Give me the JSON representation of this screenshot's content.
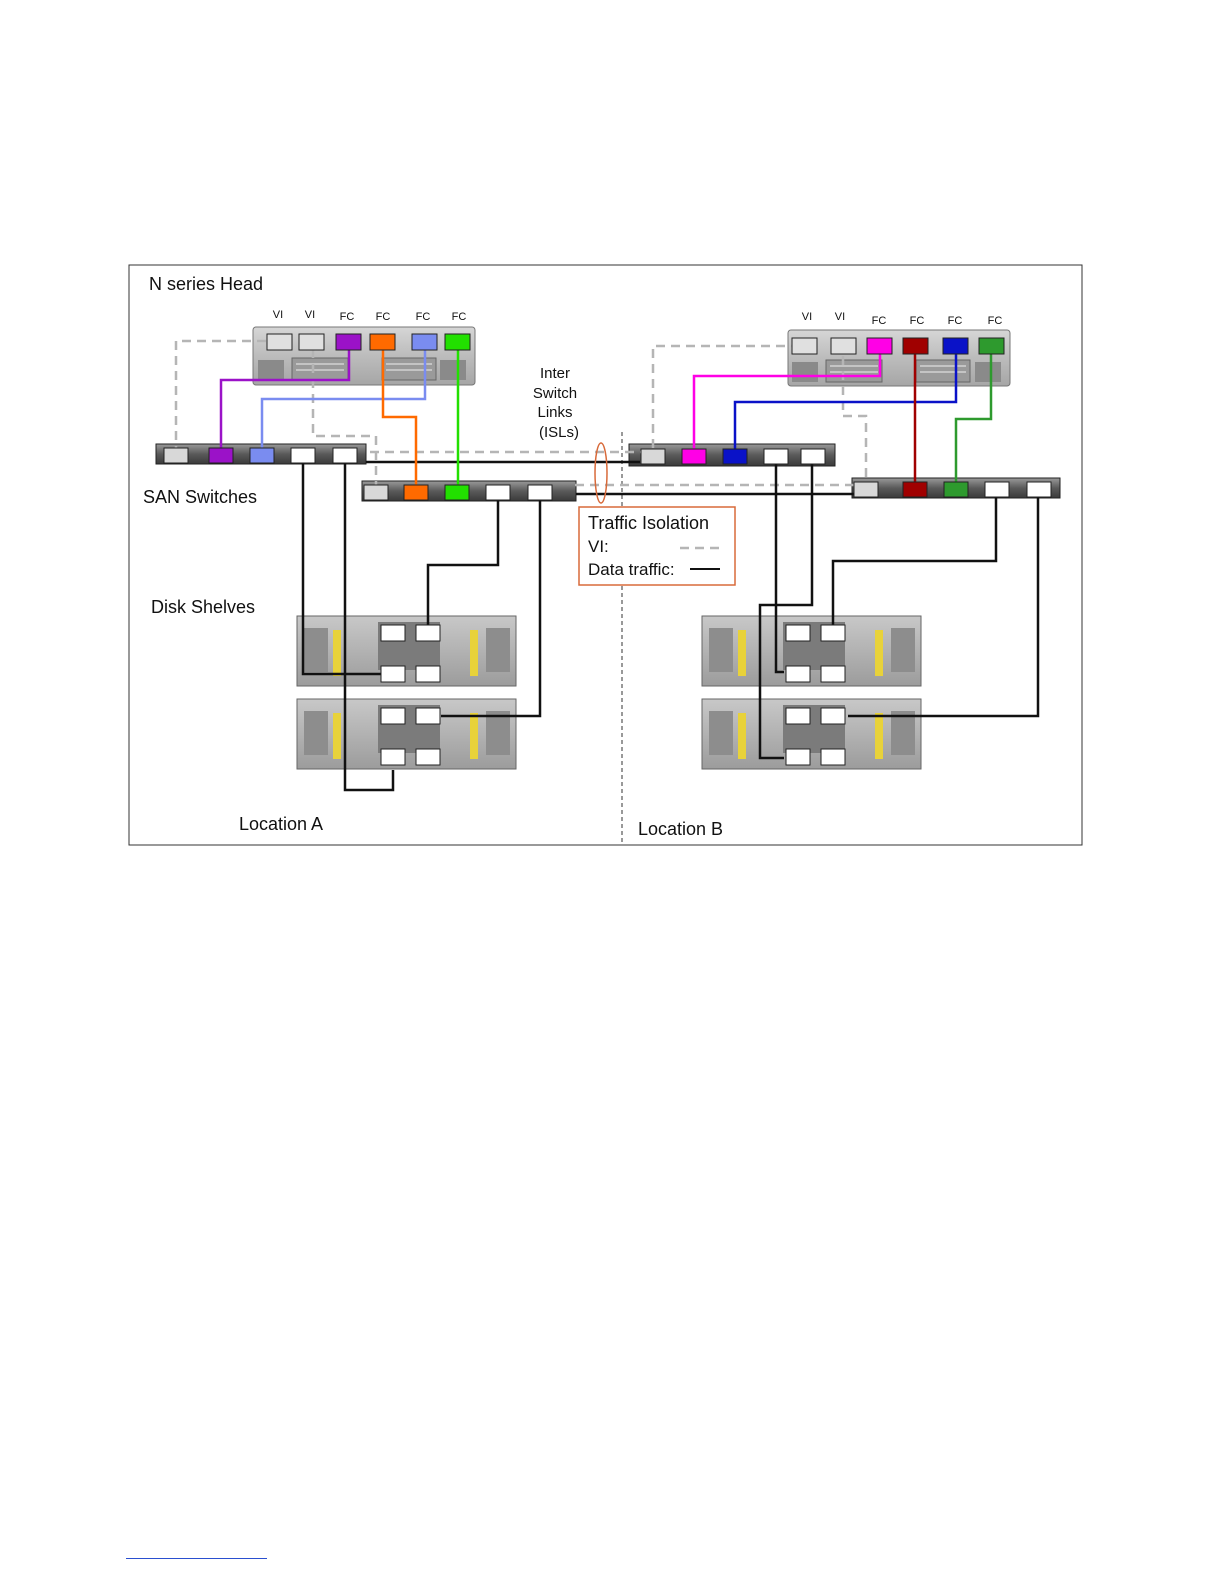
{
  "labels": {
    "head": "N series Head",
    "san_switches": "SAN Switches",
    "disk_shelves": "Disk Shelves",
    "location_a": "Location A",
    "location_b": "Location B",
    "isl_line1": "Inter",
    "isl_line2": "Switch",
    "isl_line3": "Links",
    "isl_line4": "(ISLs)"
  },
  "head_ports_a": [
    "VI",
    "VI",
    "FC",
    "FC",
    "FC",
    "FC"
  ],
  "head_ports_b": [
    "VI",
    "VI",
    "FC",
    "FC",
    "FC",
    "FC"
  ],
  "legend": {
    "title": "Traffic Isolation",
    "vi_label": "VI:",
    "data_label": "Data traffic:"
  },
  "colors": {
    "purple": "#9b12c8",
    "orange": "#ff6a00",
    "light_blue": "#7a8cf0",
    "green": "#22e000",
    "magenta": "#ff00e6",
    "dark_red": "#a00000",
    "blue": "#0a12c8",
    "dark_green": "#2e9a2e",
    "vi_dash": "#b5b5b5",
    "data_line": "#111111",
    "legend_border": "#d86a3a"
  }
}
